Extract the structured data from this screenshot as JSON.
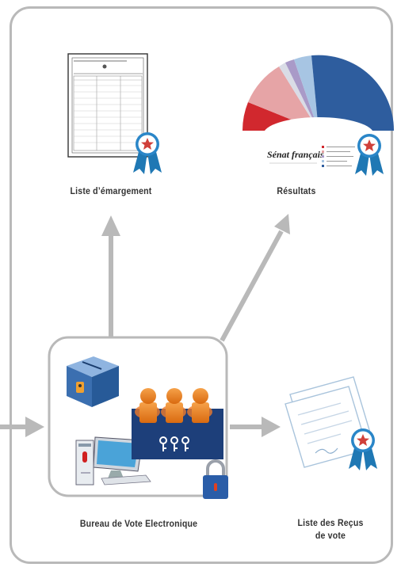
{
  "labels": {
    "liste_emargement": "Liste d’émargement",
    "resultats": "Résultats",
    "bureau_vote": "Bureau de Vote Electronique",
    "liste_recus_line1": "Liste des Reçus",
    "liste_recus_line2": "de vote"
  },
  "resultats_chart": {
    "title": "Sénat français",
    "colors": [
      "#d1282e",
      "#e6a4a6",
      "#d9dce6",
      "#a99ac8",
      "#a7c5e3",
      "#2e5d9e"
    ]
  },
  "colors": {
    "frame": "#b9b9b9",
    "arrows": "#b9b9b9",
    "ribbon_blue": "#1f78b4",
    "star": "#d0403a"
  },
  "icons": [
    "document-icon",
    "chart-icon",
    "ballot-box-icon",
    "voters-icon",
    "keys-icon",
    "computer-icon",
    "padlock-icon",
    "receipt-icon",
    "award-ribbon-icon"
  ]
}
